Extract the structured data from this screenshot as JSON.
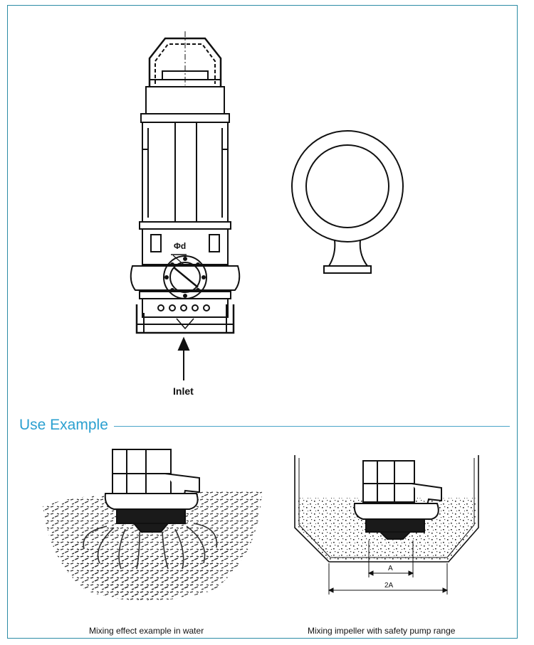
{
  "drawing": {
    "phi_label": "Φd",
    "inlet_label": "Inlet"
  },
  "section": {
    "title": "Use Example"
  },
  "examples": {
    "left_caption": "Mixing effect example in water",
    "right_caption": "Mixing impeller with safety pump range",
    "dim_a": "A",
    "dim_2a": "2A"
  },
  "colors": {
    "frame": "#2b8ca5",
    "accent": "#2ba0d0",
    "line": "#111111"
  }
}
